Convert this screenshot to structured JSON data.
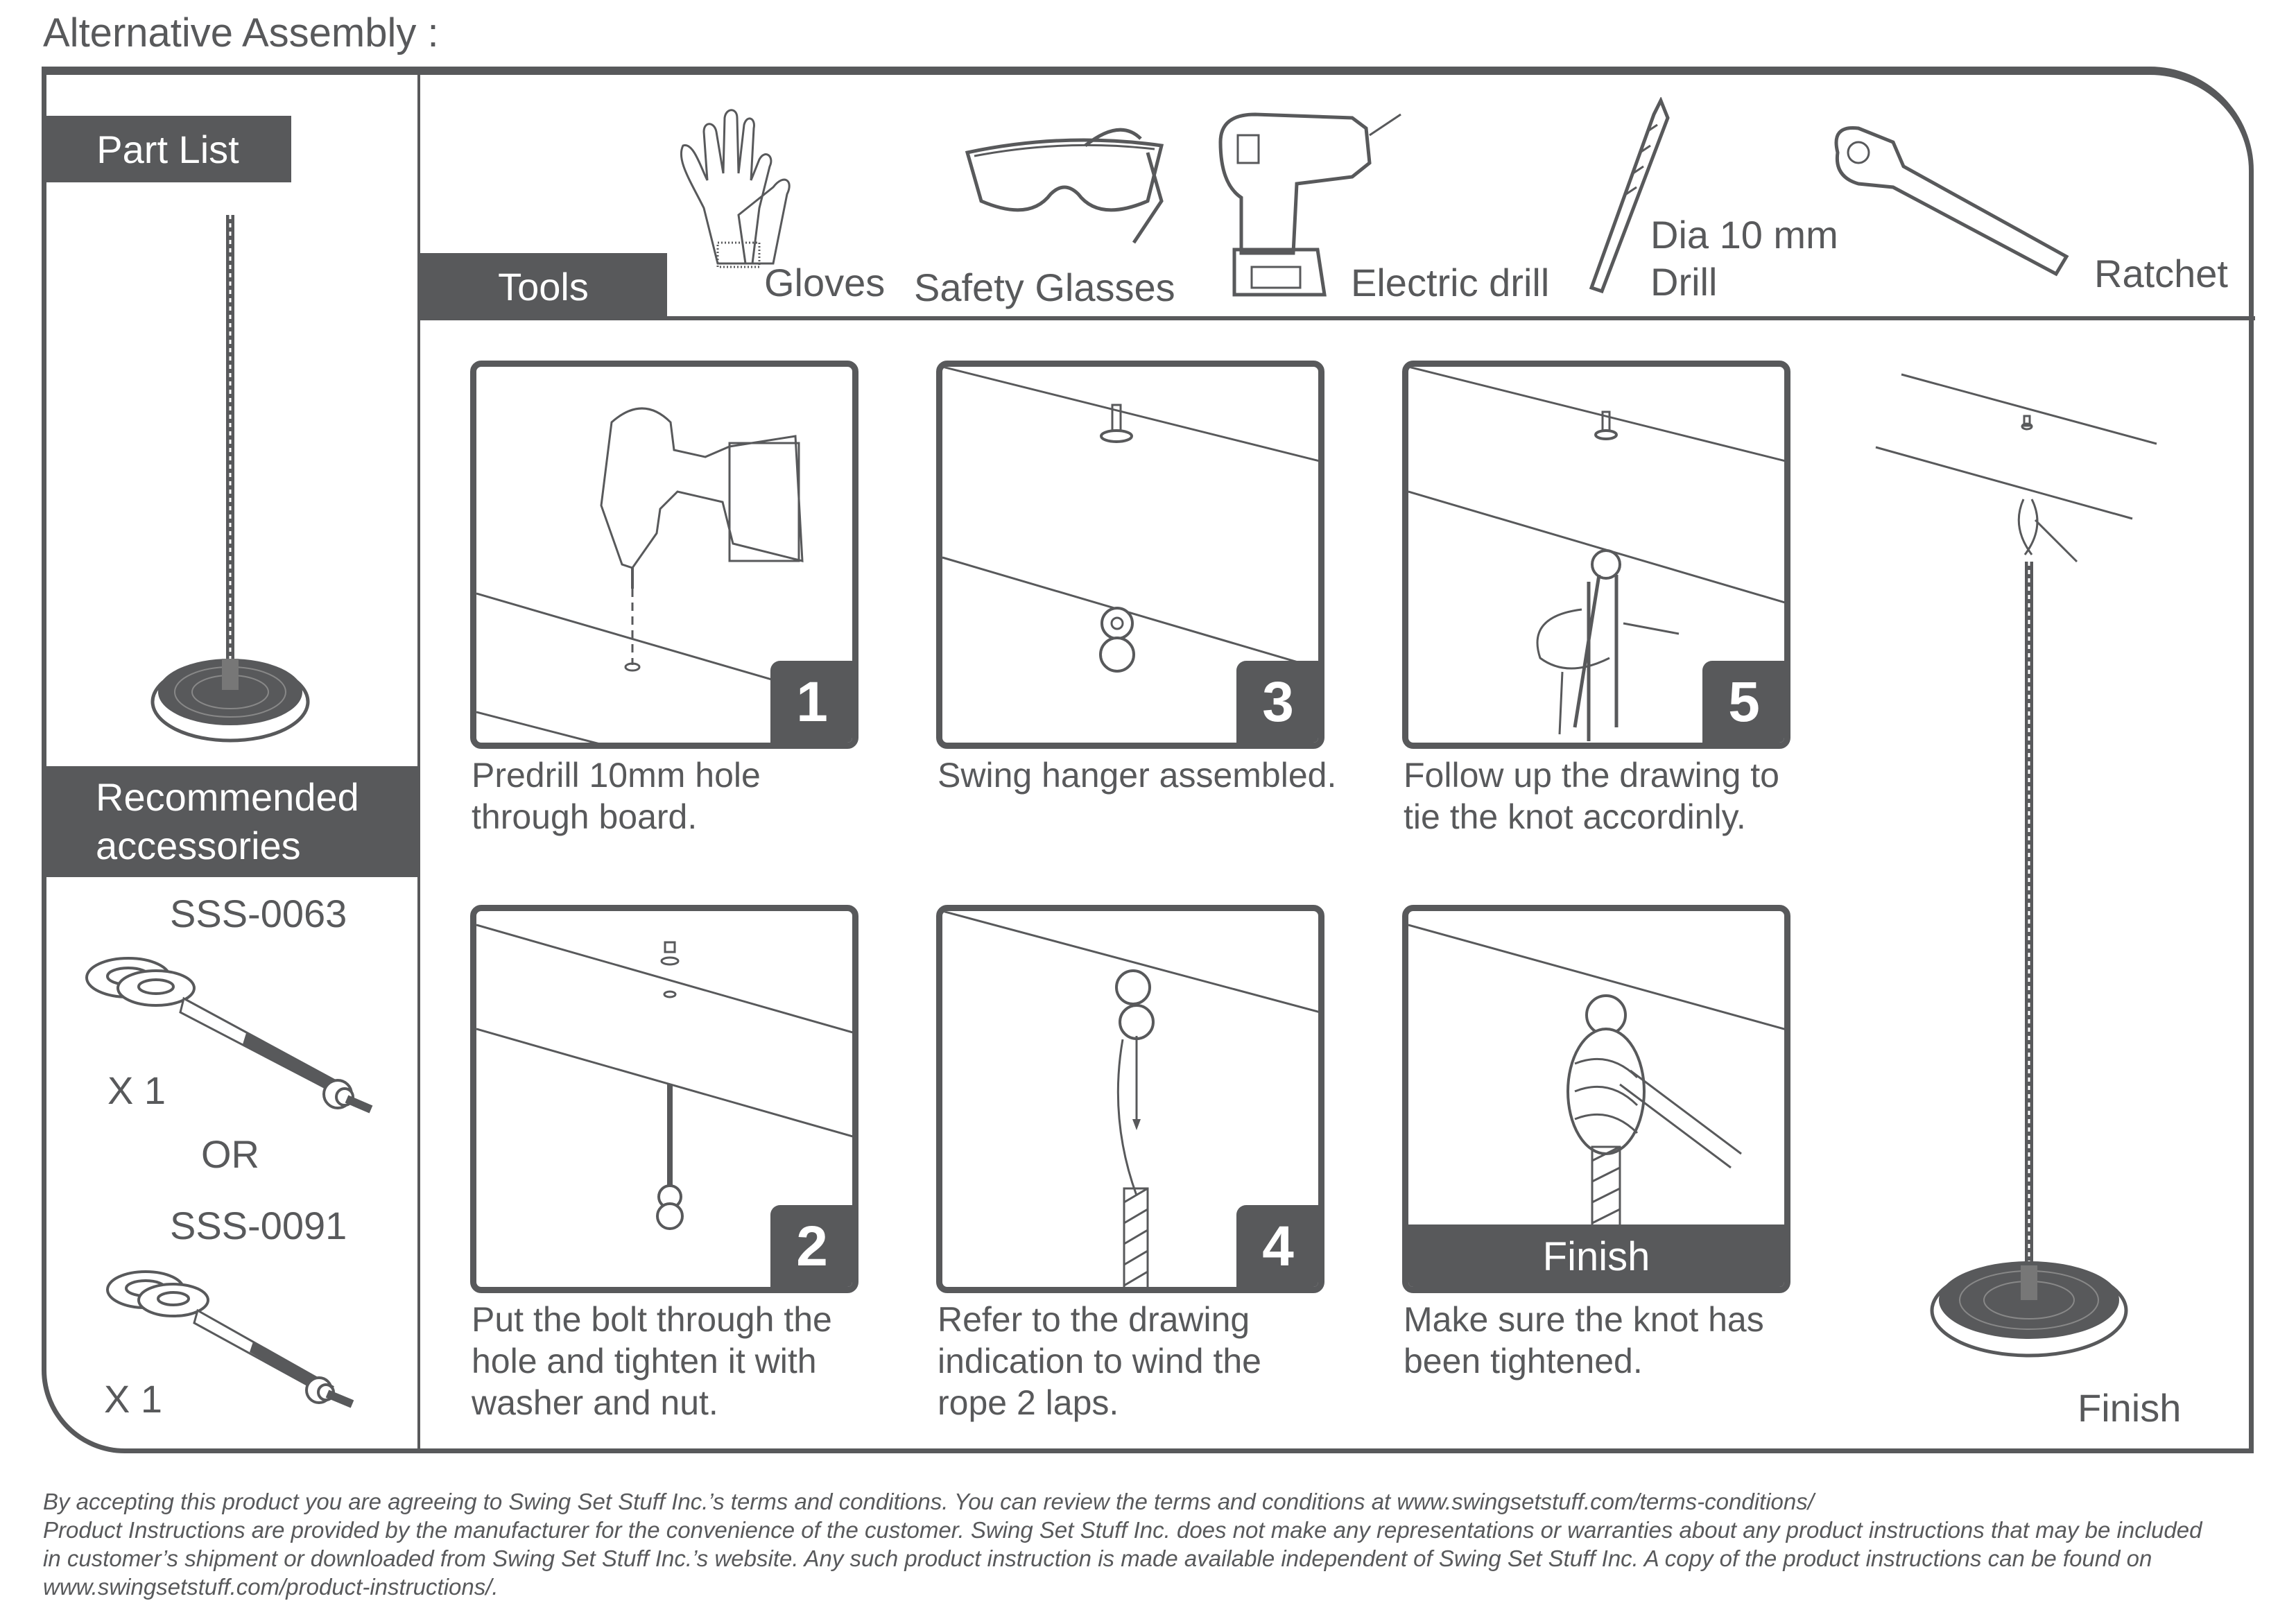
{
  "title": "Alternative Assembly :",
  "part_list": {
    "header": "Part List",
    "items": [
      {
        "icon": "rope-swing-seat-icon"
      }
    ]
  },
  "recommended": {
    "header_line1": "Recommended",
    "header_line2": "accessories",
    "items": [
      {
        "code": "SSS-0063",
        "qty": "X 1",
        "icon": "eye-bolt-icon"
      },
      {
        "code": "SSS-0091",
        "qty": "X 1",
        "icon": "eye-bolt-icon"
      }
    ],
    "separator": "OR"
  },
  "tools": {
    "header": "Tools",
    "items": [
      {
        "label": "Gloves",
        "icon": "gloves-icon"
      },
      {
        "label": "Safety Glasses",
        "icon": "safety-glasses-icon"
      },
      {
        "label": "Electric drill",
        "icon": "electric-drill-icon"
      },
      {
        "label_line1": "Dia 10 mm",
        "label_line2": "Drill",
        "icon": "drill-bit-icon"
      },
      {
        "label": "Ratchet",
        "icon": "ratchet-icon"
      }
    ]
  },
  "steps": [
    {
      "number": "1",
      "caption": [
        "Predrill 10mm hole",
        "through board."
      ]
    },
    {
      "number": "2",
      "caption": [
        "Put the bolt through the",
        "hole and tighten it with",
        "washer and nut."
      ]
    },
    {
      "number": "3",
      "caption": [
        "Swing hanger assembled."
      ]
    },
    {
      "number": "4",
      "caption": [
        "Refer to the drawing",
        "indication to wind the",
        "rope 2 laps."
      ]
    },
    {
      "number": "5",
      "caption": [
        "Follow up the drawing to",
        "tie the knot accordinly."
      ]
    },
    {
      "number": "Finish",
      "caption": [
        "Make sure the knot has",
        "been tightened."
      ]
    }
  ],
  "finish_illustration": {
    "label": "Finish"
  },
  "footer": [
    "By accepting this product you are agreeing to Swing Set Stuff Inc.’s terms and conditions. You can review the terms and conditions at www.swingsetstuff.com/terms-conditions/",
    "Product Instructions are provided by the manufacturer for the convenience of the customer. Swing Set Stuff Inc. does not make any representations or warranties about any product instructions that may be included",
    "in customer’s shipment or downloaded from Swing Set Stuff Inc.’s website. Any such product instruction is made available independent of Swing Set Stuff Inc.  A copy of the product instructions can be found on",
    "www.swingsetstuff.com/product-instructions/."
  ],
  "colors": {
    "primary": "#58595b",
    "background": "#ffffff"
  }
}
